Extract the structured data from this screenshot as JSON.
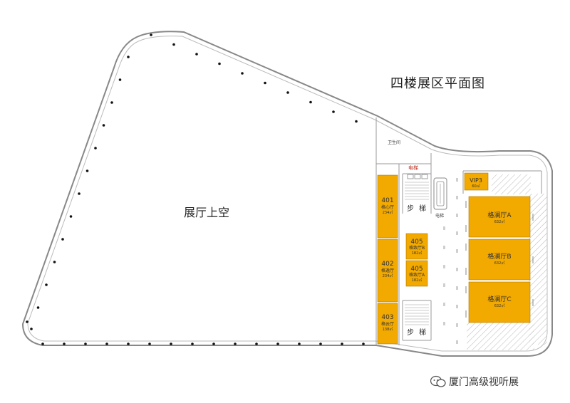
{
  "title": "四楼展区平面图",
  "atrium_label": "展厅上空",
  "restroom_label": "卫生间",
  "elevator_label_top": "电梯",
  "elevator_label_side": "电梯",
  "stairs_top": {
    "char1": "步",
    "char2": "梯"
  },
  "stairs_bottom": {
    "char1": "步",
    "char2": "梯"
  },
  "rooms": {
    "r401": {
      "num": "401",
      "name": "格心厅",
      "area": "234㎡"
    },
    "r402": {
      "num": "402",
      "name": "格逸厅",
      "area": "234㎡"
    },
    "r403": {
      "num": "403",
      "name": "格云厅",
      "area": "138㎡"
    },
    "r405a": {
      "num": "405",
      "name": "格致厅B",
      "area": "182㎡"
    },
    "r405b": {
      "num": "405",
      "name": "格致厅A",
      "area": "182㎡"
    },
    "vip3": {
      "num": "VIP3",
      "area": "60㎡"
    },
    "hallA": {
      "name": "格澜厅A",
      "area": "632㎡"
    },
    "hallB": {
      "name": "格澜厅B",
      "area": "632㎡"
    },
    "hallC": {
      "name": "格澜厅C",
      "area": "632㎡"
    }
  },
  "watermark": "厦门高级视听展",
  "colors": {
    "room_fill": "#f2a900",
    "room_stroke": "#b07b00",
    "wall": "#9a9a9a"
  }
}
